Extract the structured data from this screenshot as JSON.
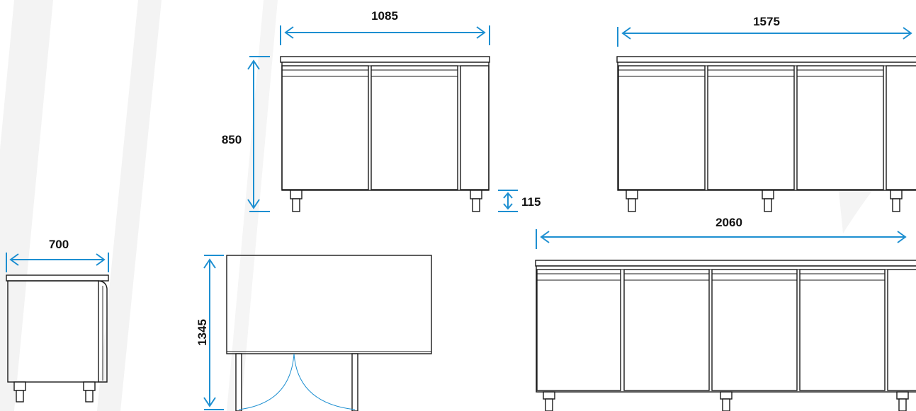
{
  "colors": {
    "dimension": "#1d8fd1",
    "outline": "#1a1a1a",
    "watermark": "#f1f1f1",
    "background": "#ffffff"
  },
  "dimensions": {
    "width_two_door": "1085",
    "width_three_door": "1575",
    "width_four_door": "2060",
    "height": "850",
    "leg_height": "115",
    "depth": "700",
    "depth_doors_open": "1345"
  }
}
